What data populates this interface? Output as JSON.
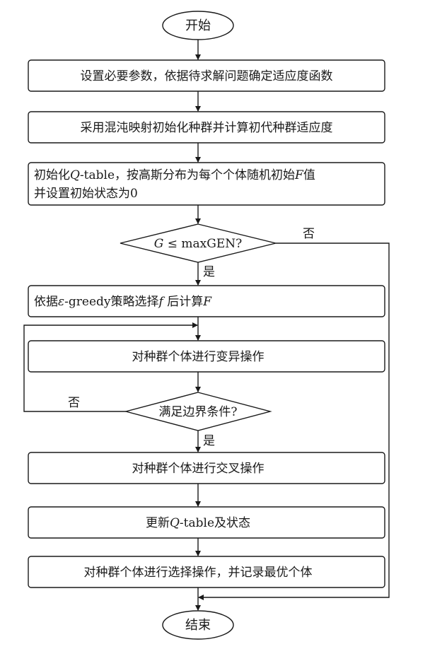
{
  "flowchart": {
    "start": "开始",
    "end": "结束",
    "step_params": "设置必要参数，依据待求解问题确定适应度函数",
    "step_chaos_init": "采用混沌映射初始化种群并计算初代种群适应度",
    "step_qtable_init": {
      "line1_prefix": "初始化",
      "line1_q": "Q",
      "line1_mid": "-table，按高斯分布为每个个体随机初始",
      "line1_f": "F",
      "line1_suffix": "值",
      "line2": "并设置初始状态为0"
    },
    "decision_gen": {
      "g": "G",
      "rest": " ≤ maxGEN?"
    },
    "step_select_f": {
      "prefix": "依据",
      "epsilon": "ε",
      "mid": "-greedy策略选择",
      "f": "f",
      "mid2": " 后计算",
      "F": "F"
    },
    "step_mutation": "对种群个体进行变异操作",
    "decision_boundary": "满足边界条件?",
    "step_crossover": "对种群个体进行交叉操作",
    "step_update": {
      "prefix": "更新",
      "q": "Q",
      "suffix": "-table及状态"
    },
    "step_selection": "对种群个体进行选择操作，并记录最优个体",
    "label_yes": "是",
    "label_no": "否"
  }
}
